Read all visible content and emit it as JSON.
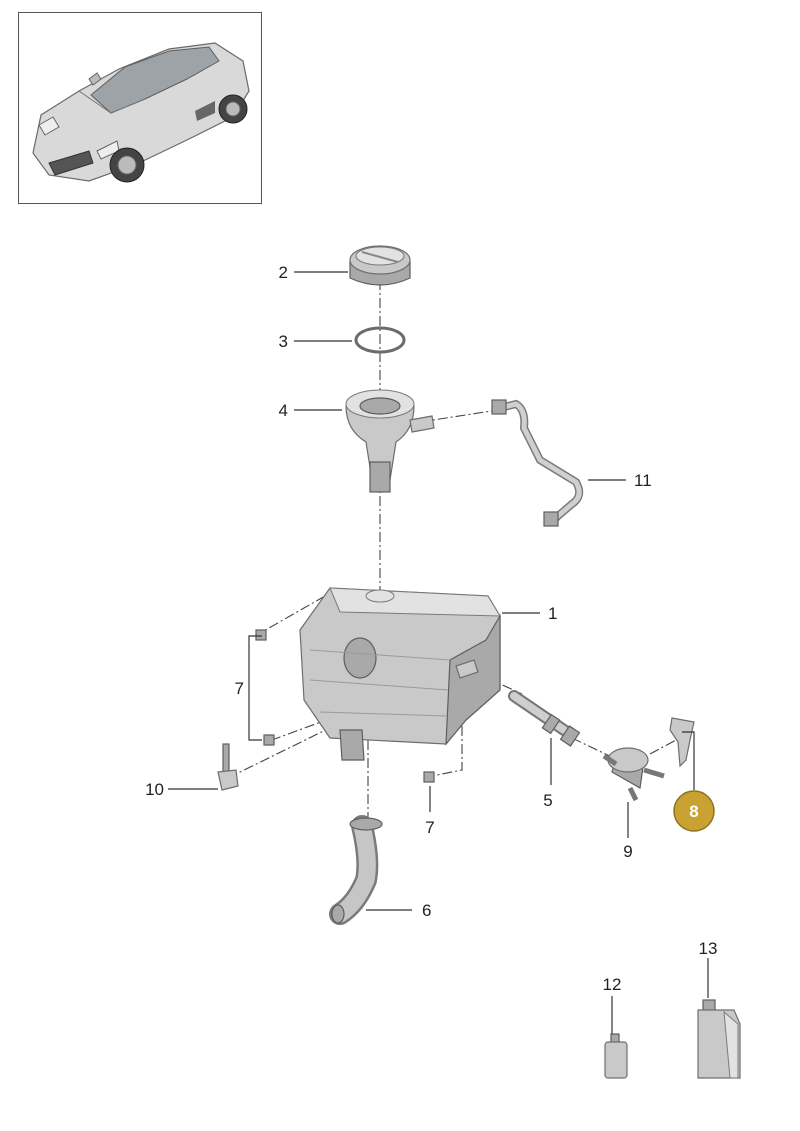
{
  "thumbnail": {
    "icon": "car-icon"
  },
  "callouts": [
    {
      "id": "1",
      "text": "1"
    },
    {
      "id": "2",
      "text": "2"
    },
    {
      "id": "3",
      "text": "3"
    },
    {
      "id": "4",
      "text": "4"
    },
    {
      "id": "5",
      "text": "5"
    },
    {
      "id": "6",
      "text": "6"
    },
    {
      "id": "7a",
      "text": "7"
    },
    {
      "id": "7b",
      "text": "7"
    },
    {
      "id": "8",
      "text": "8",
      "highlighted": true,
      "color": "#c9a233"
    },
    {
      "id": "9",
      "text": "9"
    },
    {
      "id": "10",
      "text": "10"
    },
    {
      "id": "11",
      "text": "11"
    },
    {
      "id": "12",
      "text": "12"
    },
    {
      "id": "13",
      "text": "13"
    }
  ]
}
